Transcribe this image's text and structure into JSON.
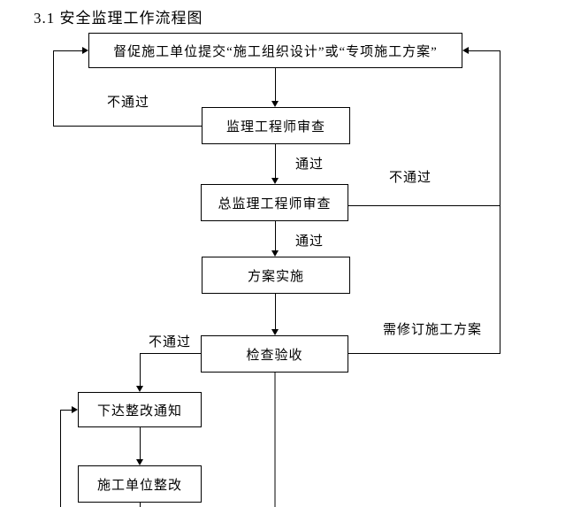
{
  "title": "3.1 安全监理工作流程图",
  "flowchart": {
    "nodes": [
      {
        "id": "submit-plan",
        "label": "督促施工单位提交“施工组织设计”或“专项施工方案”"
      },
      {
        "id": "engineer-review",
        "label": "监理工程师审查"
      },
      {
        "id": "chief-engineer-review",
        "label": "总监理工程师审查"
      },
      {
        "id": "plan-implementation",
        "label": "方案实施"
      },
      {
        "id": "inspection-acceptance",
        "label": "检查验收"
      },
      {
        "id": "issue-rectification-notice",
        "label": "下达整改通知"
      },
      {
        "id": "contractor-rectification",
        "label": "施工单位整改"
      }
    ],
    "edge_labels": [
      {
        "id": "engineer-review-fail",
        "text": "不通过"
      },
      {
        "id": "engineer-review-pass",
        "text": "通过"
      },
      {
        "id": "chief-review-fail",
        "text": "不通过"
      },
      {
        "id": "chief-review-pass",
        "text": "通过"
      },
      {
        "id": "inspection-fail",
        "text": "不通过"
      },
      {
        "id": "revise-plan",
        "text": "需修订施工方案"
      }
    ],
    "colors": {
      "line": "#000000",
      "continuation_line": "#808080",
      "box_border": "#000000",
      "box_fill": "#ffffff",
      "text": "#000000"
    }
  }
}
